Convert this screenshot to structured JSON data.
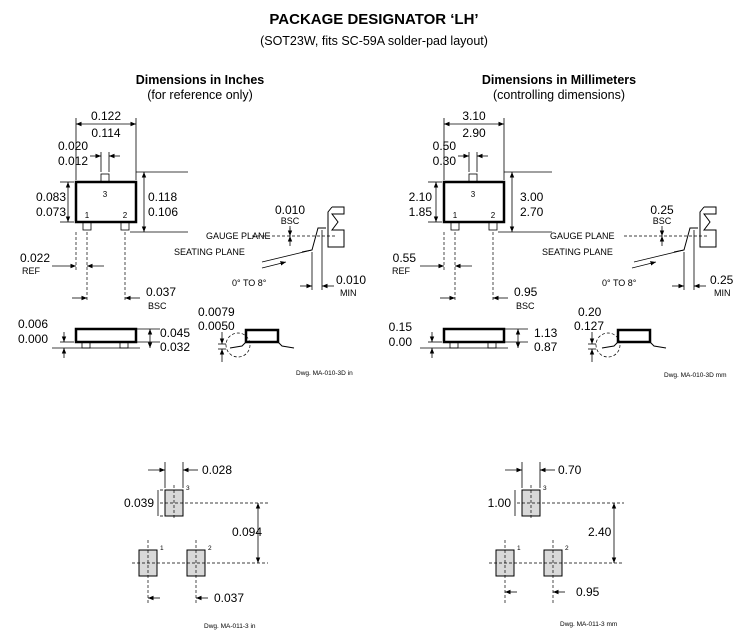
{
  "title": "PACKAGE DESIGNATOR ‘LH’",
  "subtitle": "(SOT23W, fits SC-59A solder-pad layout)",
  "inches": {
    "header": "Dimensions in Inches",
    "subheader": "(for reference only)",
    "width_max": "0.122",
    "width_min": "0.114",
    "pin_w_max": "0.020",
    "pin_w_min": "0.012",
    "height_max": "0.083",
    "height_min": "0.073",
    "span_max": "0.118",
    "span_min": "0.106",
    "ref_val": "0.022",
    "ref_label": "REF",
    "pitch_val": "0.037",
    "pitch_label": "BSC",
    "gauge_val": "0.010",
    "gauge_label": "BSC",
    "min_val": "0.010",
    "min_label": "MIN",
    "standoff_max": "0.006",
    "standoff_min": "0.000",
    "thick_max": "0.045",
    "thick_min": "0.032",
    "lead_max": "0.0079",
    "lead_min": "0.0050",
    "dwg": "Dwg. MA-010-3D in",
    "pad_w": "0.028",
    "pad_h": "0.039",
    "pad_vert": "0.094",
    "pad_pitch": "0.037",
    "pad_dwg": "Dwg. MA-011-3 in"
  },
  "mm": {
    "header": "Dimensions in Millimeters",
    "subheader": "(controlling dimensions)",
    "width_max": "3.10",
    "width_min": "2.90",
    "pin_w_max": "0.50",
    "pin_w_min": "0.30",
    "height_max": "2.10",
    "height_min": "1.85",
    "span_max": "3.00",
    "span_min": "2.70",
    "ref_val": "0.55",
    "ref_label": "REF",
    "pitch_val": "0.95",
    "pitch_label": "BSC",
    "gauge_val": "0.25",
    "gauge_label": "BSC",
    "min_val": "0.25",
    "min_label": "MIN",
    "standoff_max": "0.15",
    "standoff_min": "0.00",
    "thick_max": "1.13",
    "thick_min": "0.87",
    "lead_max": "0.20",
    "lead_min": "0.127",
    "dwg": "Dwg. MA-010-3D mm",
    "pad_w": "0.70",
    "pad_h": "1.00",
    "pad_vert": "2.40",
    "pad_pitch": "0.95",
    "pad_dwg": "Dwg. MA-011-3 mm"
  },
  "common": {
    "gauge_plane": "GAUGE PLANE",
    "seating_plane": "SEATING PLANE",
    "angle": "0° TO 8°",
    "pin1": "1",
    "pin2": "2",
    "pin3": "3"
  }
}
